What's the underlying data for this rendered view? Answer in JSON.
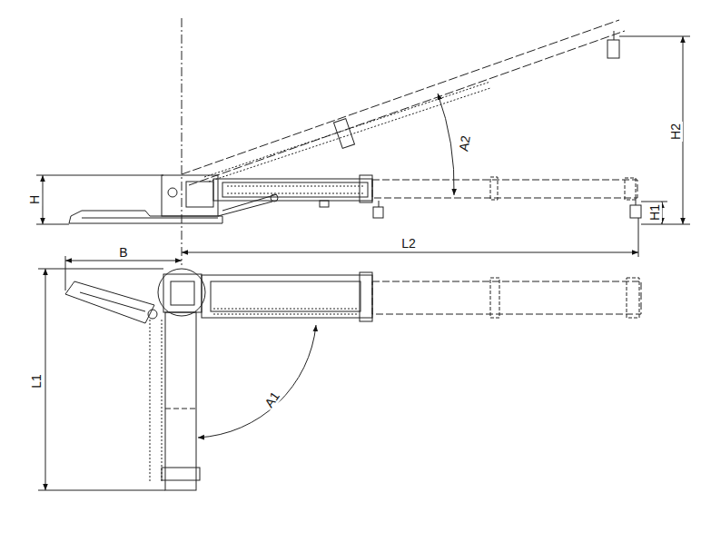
{
  "diagram": {
    "labels": [
      "H",
      "A2",
      "H2",
      "H1",
      "L2",
      "B",
      "L1",
      "A1"
    ]
  }
}
